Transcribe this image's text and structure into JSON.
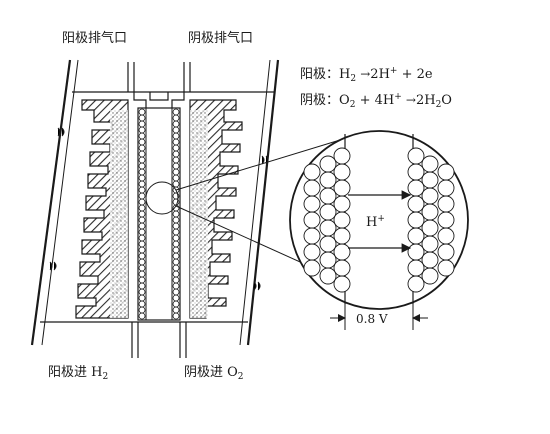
{
  "labels": {
    "anode_exhaust": "阳极排气口",
    "cathode_exhaust": "阴极排气口",
    "anode_inlet": "阳极进 H",
    "anode_inlet_sub": "2",
    "cathode_inlet": "阴极进 O",
    "cathode_inlet_sub": "2",
    "proton": "H",
    "proton_sup": "+",
    "voltage": "0.8 V"
  },
  "equations": {
    "anode_label": "阳极：",
    "anode_lhs": "H",
    "anode_lhs_sub": "2",
    "anode_rhs1": "2H",
    "anode_rhs1_sup": "+",
    "anode_rhs2": "+ 2e",
    "cathode_label": "阴极：",
    "cathode_lhs1": "O",
    "cathode_lhs1_sub": "2",
    "cathode_lhs2": "+ 4H",
    "cathode_lhs2_sup": "+",
    "cathode_rhs": "2H",
    "cathode_rhs_sub": "2",
    "cathode_rhs2": "O"
  },
  "colors": {
    "ink": "#1a1a1a",
    "paper": "#ffffff",
    "hatch": "#2a2a2a"
  }
}
